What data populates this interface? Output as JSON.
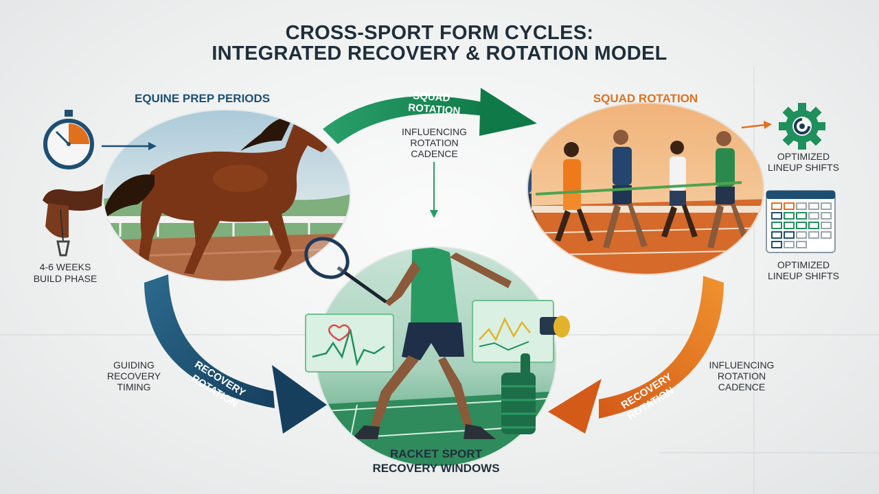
{
  "title": {
    "line1": "CROSS-SPORT FORM CYCLES:",
    "line2": "INTEGRATED RECOVERY & ROTATION MODEL"
  },
  "nodes": {
    "equine": {
      "label": "EQUINE PREP PERIODS",
      "note_line1": "4-6 WEEKS",
      "note_line2": "BUILD PHASE"
    },
    "squad": {
      "label": "SQUAD ROTATION",
      "note_line1": "OPTIMIZED",
      "note_line2": "LINEUP SHIFTS"
    },
    "racket": {
      "label_line1": "RACKET SPORT",
      "label_line2": "RECOVERY WINDOWS"
    }
  },
  "arrows": {
    "top": {
      "line1": "SQUAD",
      "line2": "ROTATION"
    },
    "left": {
      "line1": "RECOVERY",
      "line2": "ROTATION"
    },
    "right": {
      "line1": "RECOVERY",
      "line2": "ROTATION"
    }
  },
  "annotations": {
    "center": {
      "line1": "INFLUENCING",
      "line2": "ROTATION",
      "line3": "CADENCE"
    },
    "left": {
      "line1": "GUIDING",
      "line2": "RECOVERY",
      "line3": "TIMING"
    },
    "right": {
      "line1": "INFLUENCING",
      "line2": "ROTATION",
      "line3": "CADENCE"
    },
    "top_right": {
      "line1": "OPTIMIZED",
      "line2": "LINEUP SHIFTS"
    }
  },
  "colors": {
    "green": "#1f8f5c",
    "navy": "#1d4f73",
    "orange": "#e0701e",
    "title": "#1f2e3a"
  },
  "icons": [
    "stopwatch-icon",
    "saddle-icon",
    "gear-icon",
    "calendar-icon",
    "heart-rate-icon",
    "foam-roller-icon"
  ]
}
